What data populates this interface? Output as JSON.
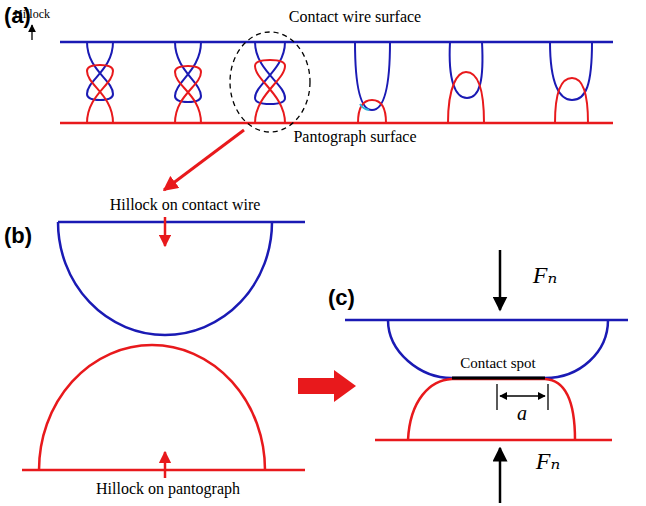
{
  "diagram": {
    "labels": [
      "(a)",
      "Hillock",
      "Contact wire surface",
      "Pantograph surface",
      "Hillock on contact wire",
      "(b)",
      "Fₙ",
      "(c)",
      "Contact spot",
      "a",
      "Hillock on pantograph",
      "Fₙ"
    ]
  }
}
